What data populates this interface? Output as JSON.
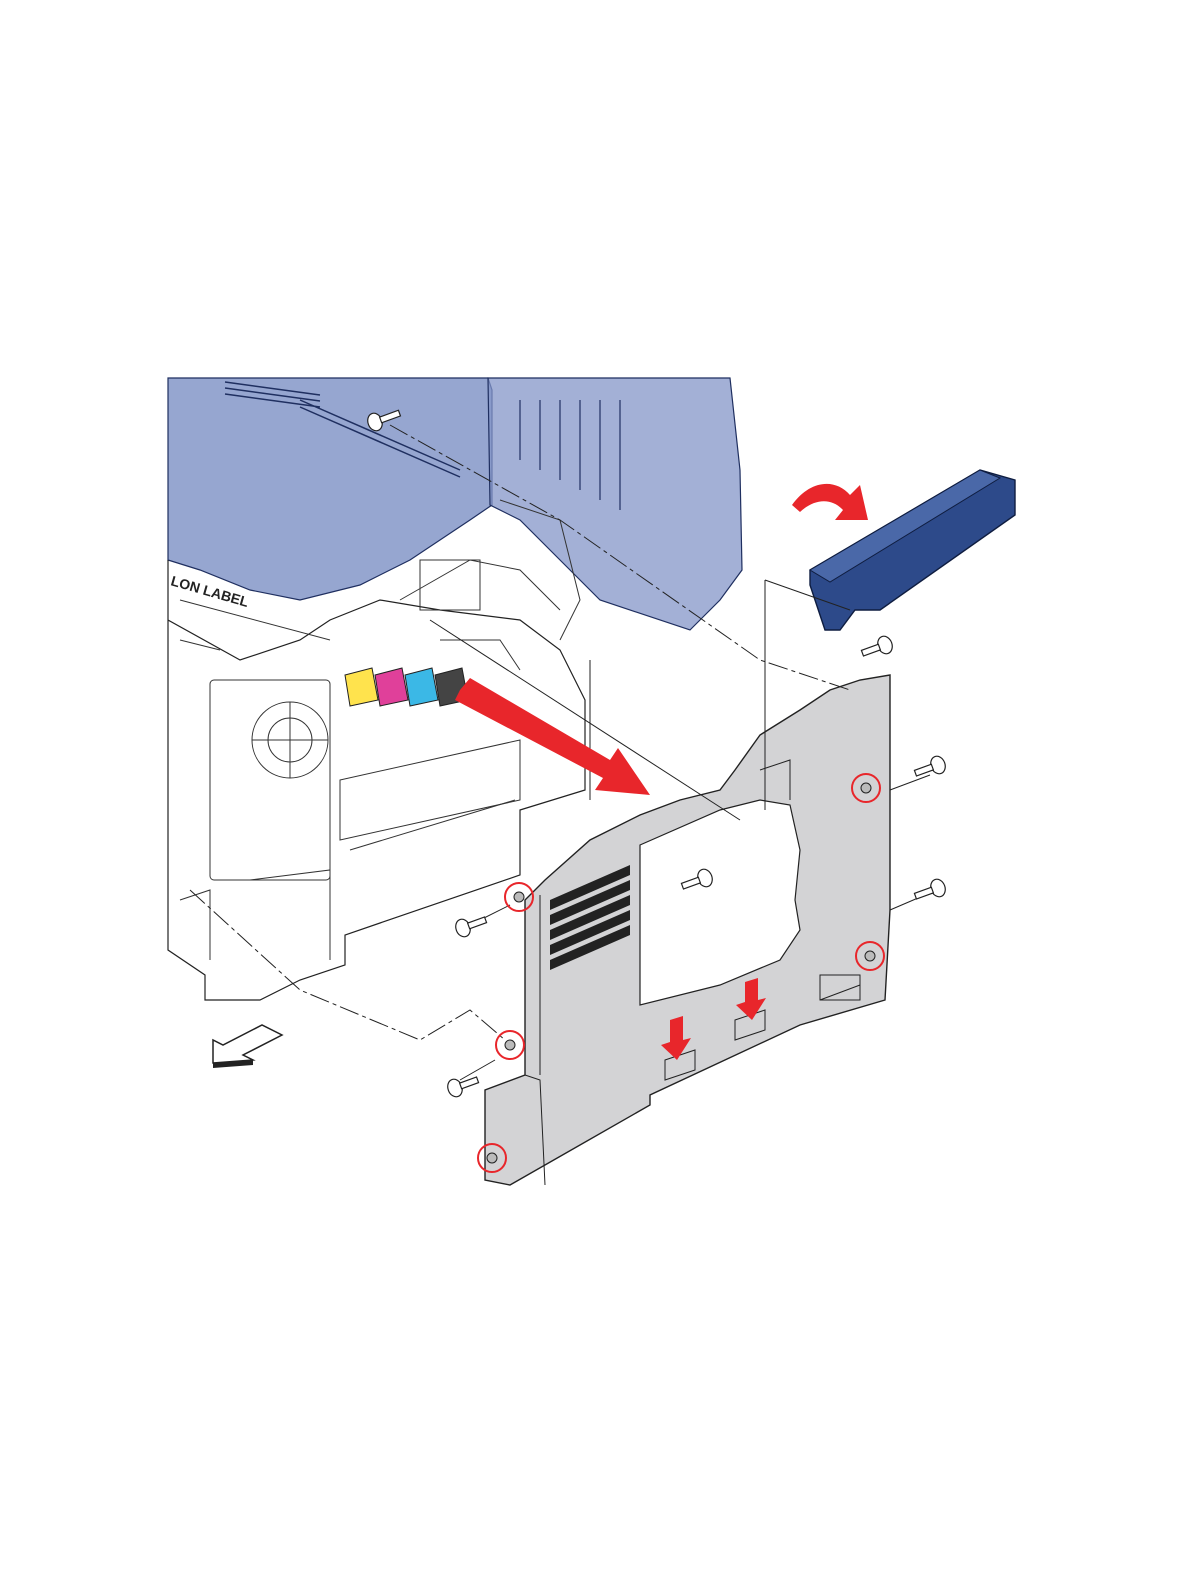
{
  "diagram": {
    "type": "exploded-view",
    "printer_label_text": "LON LABEL",
    "colors": {
      "top_cover_blue": "#2d4a8a",
      "top_cover_blue_faded": "#8496c8",
      "side_cover_gray": "#d3d3d5",
      "outline": "#222222",
      "red_arrow": "#e8262b",
      "toner_yellow": "#ffe34d",
      "toner_magenta": "#e0409a",
      "toner_cyan": "#3bb8e6",
      "toner_black": "#333333"
    },
    "parts": [
      "printer-body",
      "rear-right-top-cover",
      "right-side-cover",
      "screws",
      "release-tabs"
    ],
    "counts": {
      "screws": 7,
      "circled_fasteners": 5,
      "red_arrows": 4
    }
  }
}
